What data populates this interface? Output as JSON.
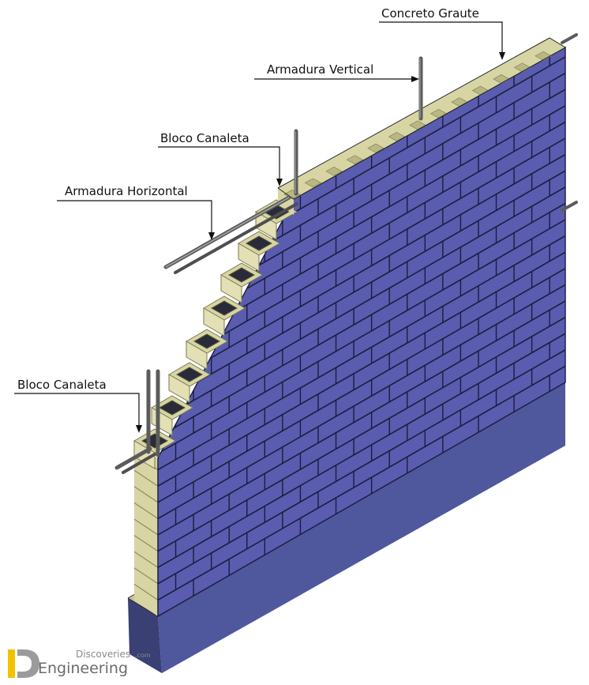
{
  "labels": {
    "concreto_graute": "Concreto Graute",
    "armadura_vertical": "Armadura Vertical",
    "bloco_canaleta_top": "Bloco Canaleta",
    "armadura_horizontal": "Armadura Horizontal",
    "bloco_canaleta_bottom": "Bloco Canaleta"
  },
  "watermark": {
    "line1": "Discoveries",
    "suffix": ".com",
    "line2": "Engineering"
  },
  "colors": {
    "block_face": "#5a5cb0",
    "block_side": "#d7d5a4",
    "mortar": "#1b1d3e",
    "foundation_face": "#4f579d",
    "foundation_side": "#3a3f74",
    "ledge": "#c9c78e",
    "rebar": "#5b5b5b",
    "logo_yellow": "#f2c200"
  }
}
